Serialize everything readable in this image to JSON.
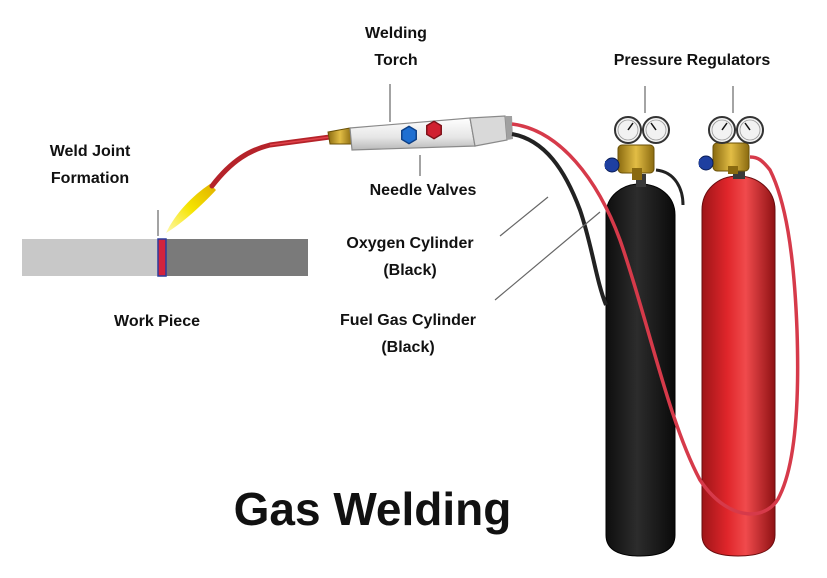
{
  "title": "Gas Welding",
  "labels": {
    "welding_torch": [
      "Welding",
      "Torch"
    ],
    "pressure_regulators": "Pressure Regulators",
    "weld_joint": [
      "Weld Joint",
      "Formation"
    ],
    "needle_valves": "Needle Valves",
    "oxygen_cylinder": [
      "Oxygen Cylinder",
      "(Black)"
    ],
    "work_piece": "Work Piece",
    "fuel_gas_cylinder": [
      "Fuel Gas Cylinder",
      "(Black)"
    ]
  },
  "colors": {
    "fuel_cylinder": "#e0262b",
    "oxygen_cylinder": "#1c1c1c",
    "red_hose": "#d63a4a",
    "black_hose": "#222222",
    "workpiece_light": "#c8c8c8",
    "workpiece_dark": "#7a7a7a",
    "flame": "#f2e200",
    "brass": "#c9a227",
    "valve_blue": "#1f6fd1",
    "valve_red": "#d02030"
  },
  "icons": [
    "blue-hexagon-valve-icon",
    "red-hexagon-valve-icon",
    "pressure-gauge-icon"
  ]
}
